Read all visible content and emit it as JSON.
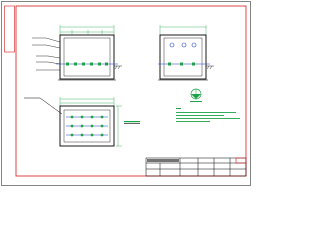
{
  "drawing": {
    "colors": {
      "border": "#d81818",
      "linework": "#000000",
      "dimension": "#1fa34a",
      "pipe": "#1f3fbf",
      "paper": "#ffffff"
    },
    "views": [
      "section-view",
      "elevation-view",
      "plan-view"
    ],
    "icons": [
      "compass-north-icon"
    ],
    "notes_text_visible": false,
    "title_block": {
      "text_visible": false
    }
  }
}
